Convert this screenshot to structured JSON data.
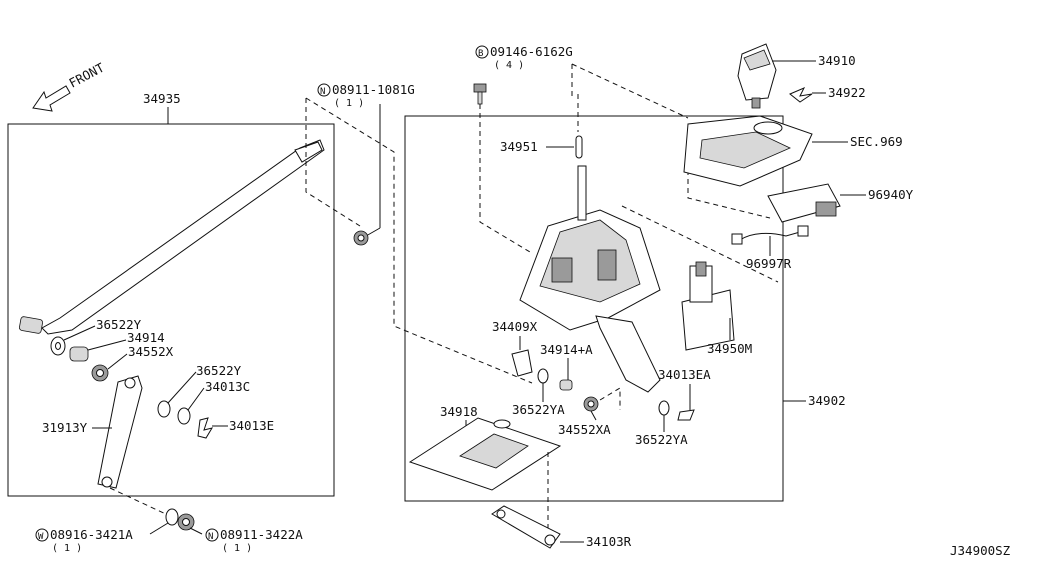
{
  "front_label": "FRONT",
  "diagram_code": "J34900SZ",
  "callouts": {
    "p34935": "34935",
    "p08911_1081G": "08911-1081G",
    "p08911_1081G_qty": "( 1 )",
    "p09146_6162G": "09146-6162G",
    "p09146_6162G_qty": "( 4 )",
    "p34910": "34910",
    "p34922": "34922",
    "sec969": "SEC.969",
    "p96940Y": "96940Y",
    "p96997R": "96997R",
    "p34951": "34951",
    "p36522Y_a": "36522Y",
    "p34914": "34914",
    "p34552X": "34552X",
    "p36522Y_b": "36522Y",
    "p34013C": "34013C",
    "p34013E": "34013E",
    "p31913Y": "31913Y",
    "p34409X": "34409X",
    "p34914A": "34914+A",
    "p34950M": "34950M",
    "p34013EA": "34013EA",
    "p36522YA_a": "36522YA",
    "p34552XA": "34552XA",
    "p36522YA_b": "36522YA",
    "p34918": "34918",
    "p34902": "34902",
    "p34103R": "34103R",
    "p08916_3421A": "08916-3421A",
    "p08916_3421A_qty": "( 1 )",
    "p08911_3422A": "08911-3422A",
    "p08911_3422A_qty": "( 1 )"
  },
  "markers": {
    "n1": "N",
    "b1": "B",
    "w1": "W",
    "n2": "N"
  }
}
